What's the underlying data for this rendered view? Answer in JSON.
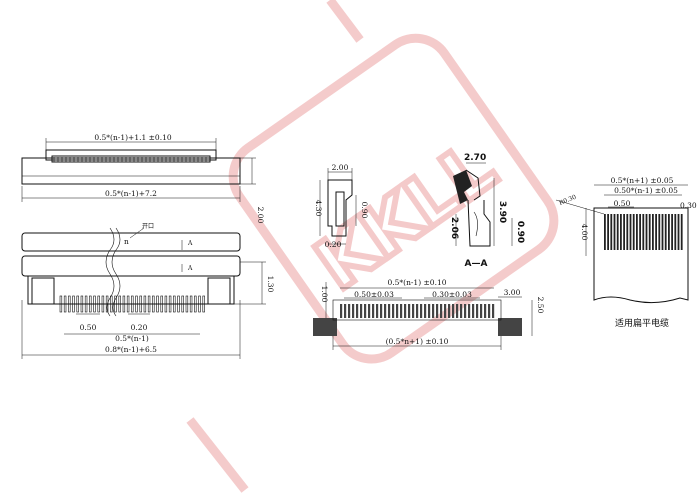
{
  "watermark": {
    "text": "KKLL"
  },
  "front_view": {
    "dim_top": "0.5*(n-1)+1.1  ±0.10",
    "dim_bottom": "0.5*(n-1)+7.2",
    "dim_right": "2.00"
  },
  "bottom_view": {
    "label_n": "n",
    "label_small": "开口",
    "section_mark": "A",
    "dim_left_pitch": "0.50",
    "dim_inner": "0.20",
    "dim_mid": "0.5*(n-1)",
    "dim_total": "0.8*(n-1)+6.5",
    "dim_right": "1.30"
  },
  "side_view": {
    "dim_width": "2.00",
    "dim_height": "4.30",
    "dim_inner_h": "0.90",
    "dim_bottom": "0.20"
  },
  "section_view": {
    "dim_top": "2.70",
    "dim_height": "3.90",
    "dim_left": "2.06",
    "dim_right": "0.90",
    "title": "A—A"
  },
  "footprint": {
    "dim_top": "0.5*(n-1)  ±0.10",
    "dim_pitch_left": "0.50±0.03",
    "dim_pad": "0.30±0.03",
    "dim_left": "1.00",
    "dim_right_w": "3.00",
    "dim_right_h": "2.50",
    "dim_total": "(0.5*n+1)  ±0.10"
  },
  "cable": {
    "dim_top": "0.5*(n+1)  ±0.05",
    "dim_second": "0.50*(n-1)  ±0.05",
    "dim_pitch": "0.50",
    "dim_side": "0.30",
    "dim_angle": "R0.30",
    "dim_left": "4.00",
    "caption": "适用扁平电缆"
  }
}
